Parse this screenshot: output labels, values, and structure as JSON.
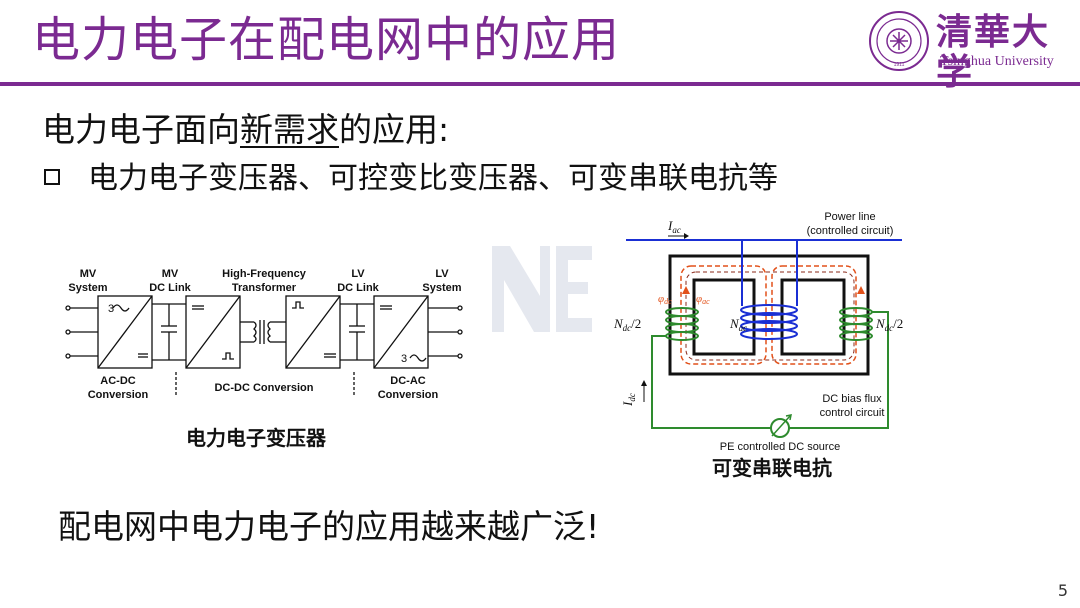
{
  "slide": {
    "title": "电力电子在配电网中的应用",
    "page_number": "5"
  },
  "logo": {
    "cn": "清華大学",
    "en": "Tsinghua University",
    "seal_year": "1911"
  },
  "heading": {
    "prefix": "电力电子面向",
    "underlined": "新需求",
    "suffix": "的应用:"
  },
  "bullet": "电力电子变压器、可控变比变压器、可变串联电抗等",
  "left_figure": {
    "labels": {
      "mv_system": [
        "MV",
        "System"
      ],
      "mv_dc_link": [
        "MV",
        "DC Link"
      ],
      "hf_transformer": [
        "High-Frequency",
        "Transformer"
      ],
      "lv_dc_link": [
        "LV",
        "DC Link"
      ],
      "lv_system": [
        "LV",
        "System"
      ],
      "acdc": [
        "AC-DC",
        "Conversion"
      ],
      "dcdc": "DC-DC Conversion",
      "dcac": [
        "DC-AC",
        "Conversion"
      ],
      "three_phase": "3"
    },
    "caption": "电力电子变压器"
  },
  "right_figure": {
    "labels": {
      "power_line": [
        "Power line",
        "(controlled circuit)"
      ],
      "i_ac": "I",
      "i_ac_sub": "ac",
      "phi_dc": "φ",
      "phi_dc_sub": "dc",
      "phi_ac": "φ",
      "phi_ac_sub": "ac",
      "n_dc_left": "N",
      "n_dc_left_sub": "dc",
      "n_dc_left_suffix": "/2",
      "n_ac": "N",
      "n_ac_sub": "ac",
      "n_dc_right": "N",
      "n_dc_right_sub": "dc",
      "n_dc_right_suffix": "/2",
      "i_dc": "I",
      "i_dc_sub": "dc",
      "bias": [
        "DC bias flux",
        "control circuit"
      ],
      "source": "PE controlled DC source"
    },
    "caption": "可变串联电抗"
  },
  "conclusion": "配电网中电力电子的应用越来越广泛!",
  "colors": {
    "accent": "#7b2a91",
    "coil": "#2e8b2e",
    "primary_line": "#1a2fd4",
    "flux": "#e2511a"
  }
}
